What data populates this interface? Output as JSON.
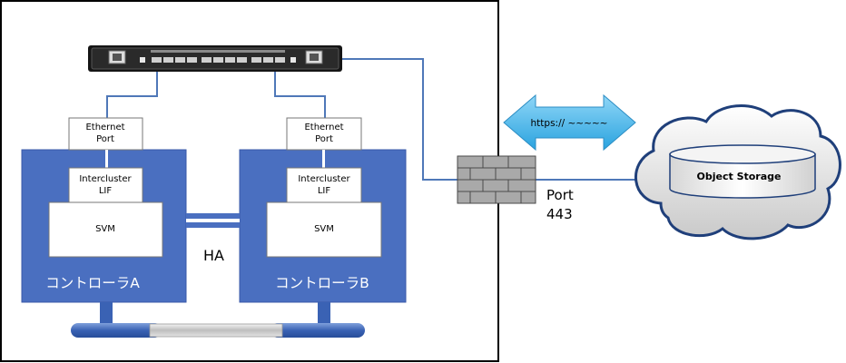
{
  "colors": {
    "controller_fill": "#4a6fc0",
    "link_line": "#4f78b8",
    "cloud_border": "#1f3f7a",
    "arrow_fill": "#4fb6e8",
    "firewall_fill": "#9a9a9a",
    "cluster_border": "#000000"
  },
  "switch": {
    "icon": "network-switch-icon"
  },
  "controller_a": {
    "name": "コントローラA",
    "ethernet_port": "Ethernet Port",
    "intercluster_lif": "Intercluster LIF",
    "svm": "SVM"
  },
  "controller_b": {
    "name": "コントローラB",
    "ethernet_port": "Ethernet Port",
    "intercluster_lif": "Intercluster LIF",
    "svm": "SVM"
  },
  "ha_label": "HA",
  "firewall": {
    "icon": "firewall-icon",
    "port_label": "Port 443"
  },
  "https_arrow": {
    "icon": "double-arrow-icon",
    "label": "https:// ~~~~~"
  },
  "cloud": {
    "icon": "cloud-icon",
    "storage_label": "Object Storage"
  }
}
